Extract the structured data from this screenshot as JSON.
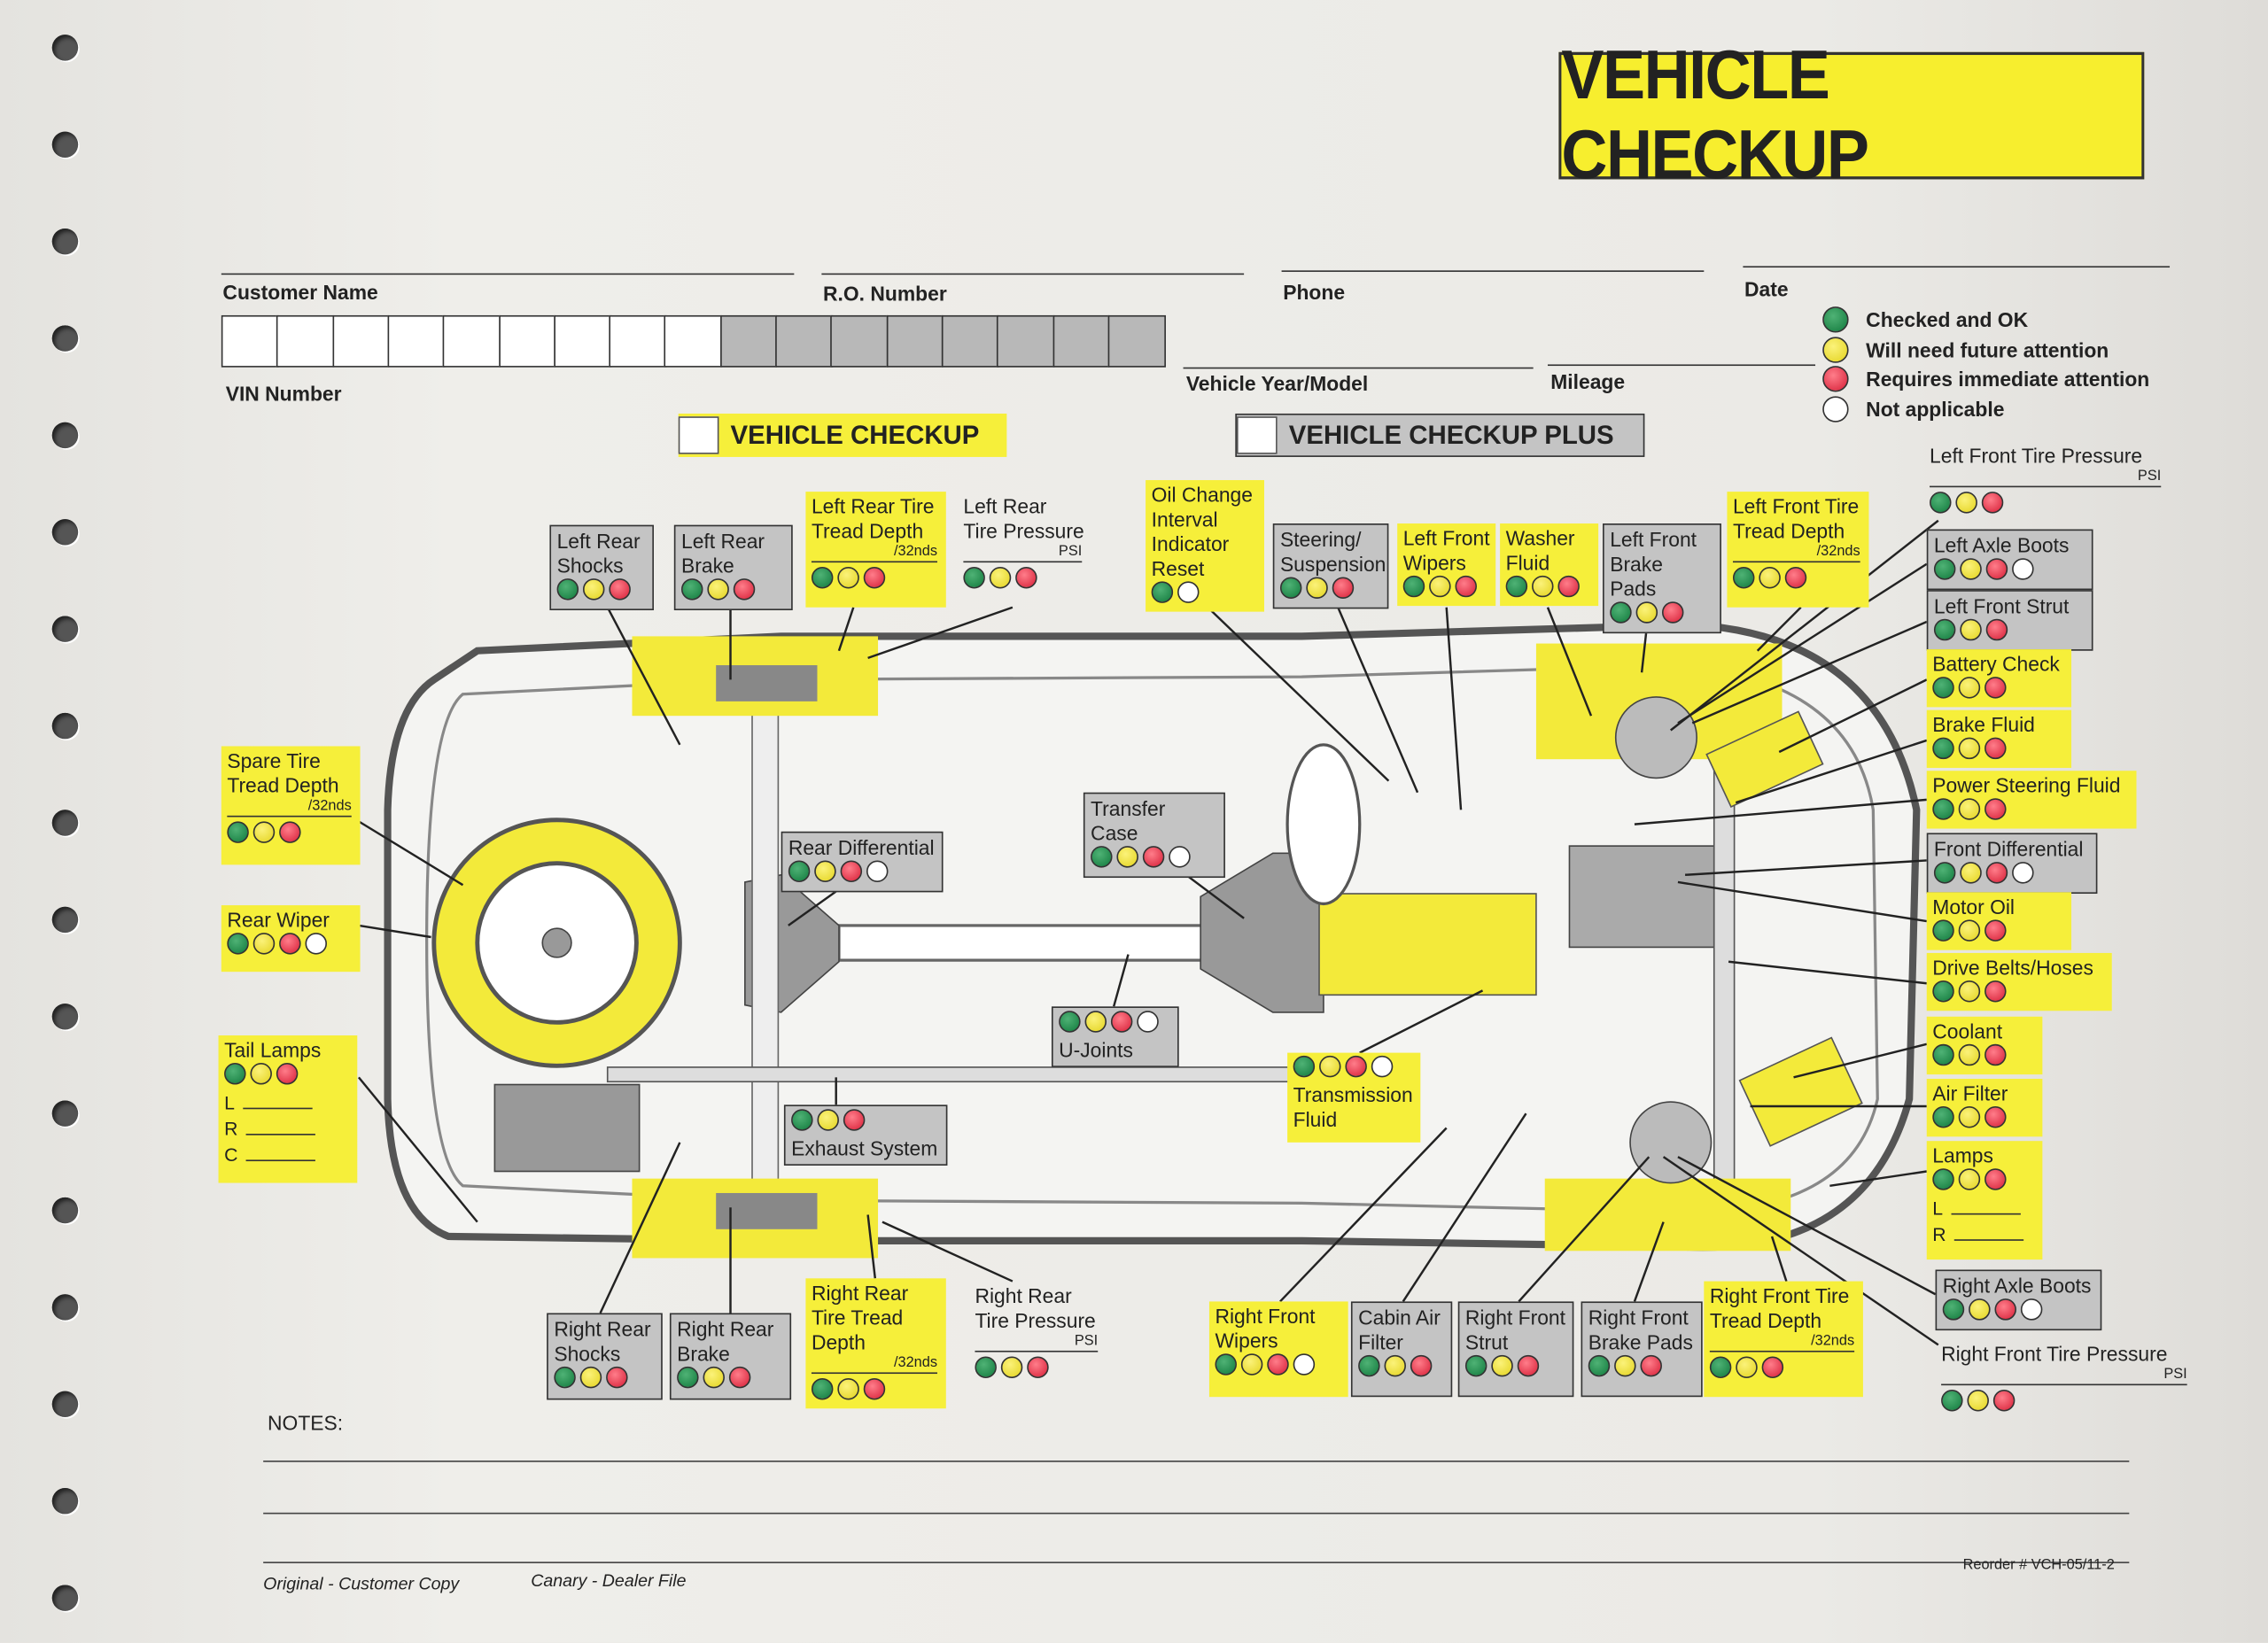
{
  "title": "VEHICLE CHECKUP",
  "fields": {
    "customer_name": "Customer Name",
    "ro_number": "R.O. Number",
    "phone": "Phone",
    "date": "Date",
    "vin": "VIN Number",
    "year_model": "Vehicle Year/Model",
    "mileage": "Mileage"
  },
  "options": {
    "checkup": "VEHICLE CHECKUP",
    "checkup_plus": "VEHICLE CHECKUP PLUS"
  },
  "legend": [
    {
      "color": "green",
      "label": "Checked and OK"
    },
    {
      "color": "yellow",
      "label": "Will need future attention"
    },
    {
      "color": "red",
      "label": "Requires immediate attention"
    },
    {
      "color": "white",
      "label": "Not applicable"
    }
  ],
  "colors": {
    "green": "#1f8a4c",
    "yellow": "#f2e532",
    "red": "#e2304a",
    "highlight": "#f6ef3a",
    "grey_box": "#c4c4c4"
  },
  "boxes": [
    {
      "label": "Left Rear Shocks",
      "dots": "gyr",
      "style": "grey"
    },
    {
      "label": "Left Rear Brake",
      "dots": "gyr",
      "style": "grey"
    },
    {
      "label": "Left Rear Tire Tread Depth",
      "unit": "/32nds",
      "dots": "gyr",
      "style": "yellow"
    },
    {
      "label": "Left Rear Tire Pressure",
      "unit": "PSI",
      "dots": "gyr",
      "style": "none"
    },
    {
      "label": "Oil Change Interval Indicator Reset",
      "dots": "gw",
      "style": "yellow"
    },
    {
      "label": "Steering/ Suspension",
      "dots": "gyr",
      "style": "grey"
    },
    {
      "label": "Left Front Wipers",
      "dots": "gyr",
      "style": "yellow"
    },
    {
      "label": "Washer Fluid",
      "dots": "gyr",
      "style": "yellow"
    },
    {
      "label": "Left Front Brake Pads",
      "dots": "gyr",
      "style": "grey"
    },
    {
      "label": "Left Front Tire Tread Depth",
      "unit": "/32nds",
      "dots": "gyr",
      "style": "yellow"
    },
    {
      "label": "Left Front Tire Pressure",
      "unit": "PSI",
      "dots": "gyr",
      "style": "none"
    },
    {
      "label": "Left Axle Boots",
      "dots": "gyrw",
      "style": "grey"
    },
    {
      "label": "Left Front Strut",
      "dots": "gyr",
      "style": "grey"
    },
    {
      "label": "Battery Check",
      "dots": "gyr",
      "style": "yellow"
    },
    {
      "label": "Brake Fluid",
      "dots": "gyr",
      "style": "yellow"
    },
    {
      "label": "Power Steering Fluid",
      "dots": "gyr",
      "style": "yellow"
    },
    {
      "label": "Front Differential",
      "dots": "gyrw",
      "style": "grey"
    },
    {
      "label": "Motor Oil",
      "dots": "gyr",
      "style": "yellow"
    },
    {
      "label": "Drive Belts/Hoses",
      "dots": "gyr",
      "style": "yellow"
    },
    {
      "label": "Coolant",
      "dots": "gyr",
      "style": "yellow"
    },
    {
      "label": "Air Filter",
      "dots": "gyr",
      "style": "yellow"
    },
    {
      "label": "Lamps",
      "dots": "gyr",
      "style": "yellow",
      "lines": [
        "L",
        "R"
      ]
    },
    {
      "label": "Right Axle Boots",
      "dots": "gyrw",
      "style": "grey"
    },
    {
      "label": "Right Front Tire Pressure",
      "unit": "PSI",
      "dots": "gyr",
      "style": "none"
    },
    {
      "label": "Spare Tire Tread Depth",
      "unit": "/32nds",
      "dots": "gyr",
      "style": "yellow"
    },
    {
      "label": "Rear Wiper",
      "dots": "gyrw",
      "style": "yellow"
    },
    {
      "label": "Tail Lamps",
      "dots": "gyr",
      "style": "yellow",
      "lines": [
        "L",
        "R",
        "C"
      ]
    },
    {
      "label": "Rear Differential",
      "dots": "gyrw",
      "style": "grey"
    },
    {
      "label": "Transfer Case",
      "dots": "gyrw",
      "style": "grey"
    },
    {
      "label": "U-Joints",
      "dots": "gyrw",
      "style": "grey",
      "dots_first": true
    },
    {
      "label": "Exhaust System",
      "dots": "gyr",
      "style": "grey",
      "dots_first": true
    },
    {
      "label": "Transmission Fluid",
      "dots": "gyrw",
      "style": "yellow",
      "dots_first": true
    },
    {
      "label": "Right Rear Shocks",
      "dots": "gyr",
      "style": "grey"
    },
    {
      "label": "Right Rear Brake",
      "dots": "gyr",
      "style": "grey"
    },
    {
      "label": "Right Rear Tire Tread Depth",
      "unit": "/32nds",
      "dots": "gyr",
      "style": "yellow"
    },
    {
      "label": "Right Rear Tire Pressure",
      "unit": "PSI",
      "dots": "gyr",
      "style": "none"
    },
    {
      "label": "Right Front Wipers",
      "dots": "gyrw",
      "style": "yellow"
    },
    {
      "label": "Cabin Air Filter",
      "dots": "gyr",
      "style": "grey"
    },
    {
      "label": "Right Front Strut",
      "dots": "gyr",
      "style": "grey"
    },
    {
      "label": "Right Front Brake Pads",
      "dots": "gyr",
      "style": "grey"
    },
    {
      "label": "Right Front Tire Tread Depth",
      "unit": "/32nds",
      "dots": "gyr",
      "style": "yellow"
    }
  ],
  "notes_label": "NOTES:",
  "footer": {
    "original": "Original - Customer Copy",
    "canary": "Canary - Dealer File",
    "reorder": "Reorder # VCH-05/11-2"
  }
}
